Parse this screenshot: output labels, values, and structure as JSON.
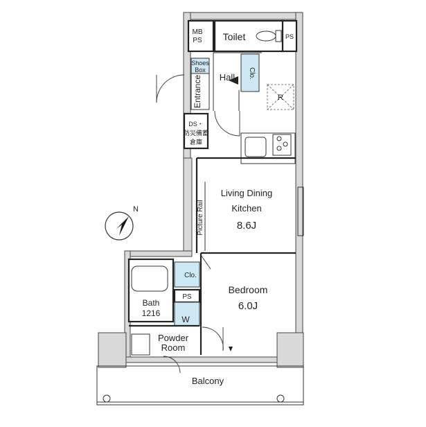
{
  "rooms": {
    "mb_ps": "MB\nPS",
    "toilet": "Toilet",
    "ps_top": "PS",
    "shoes_box": "Shoes\nBox",
    "hall": "Hall",
    "clo_top": "Clo.",
    "entrance": "Entrance",
    "fridge": "R",
    "ds": "DS・\n防災備蓄\n倉庫",
    "ldk_name1": "Living Dining",
    "ldk_name2": "Kitchen",
    "ldk_size": "8.6J",
    "picture_rail": "Picture Rail",
    "clo_mid": "Clo.",
    "bedroom": "Bedroom",
    "bedroom_size": "6.0J",
    "ps_mid": "PS",
    "bath": "Bath",
    "bath_size": "1216",
    "washer": "W",
    "powder1": "Powder",
    "powder2": "Room",
    "balcony": "Balcony",
    "north": "N"
  }
}
